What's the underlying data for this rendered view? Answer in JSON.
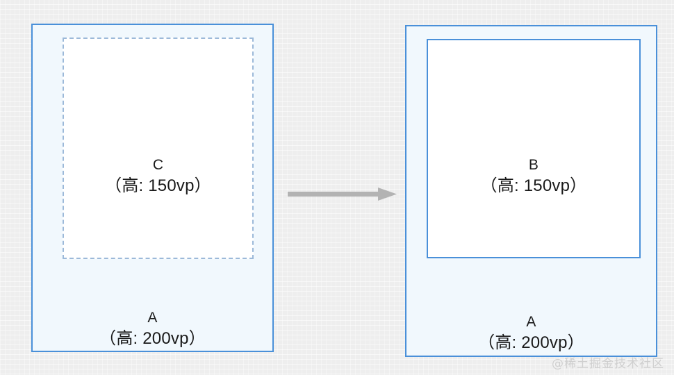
{
  "background_color": "#efefef",
  "colors": {
    "panel_fill": "#f1f8fd",
    "panel_border": "#4a90d9",
    "dashed_border": "#9cb9d9",
    "inner_fill": "#ffffff",
    "text": "#1a1a1a",
    "arrow": "#b3b3b3",
    "watermark": "#cfcfcf"
  },
  "left_panel": {
    "container": {
      "name": "A",
      "title": "A",
      "subtitle": "（高: 200vp）",
      "border_style": "solid"
    },
    "child": {
      "name": "C",
      "title": "C",
      "subtitle": "（高: 150vp）",
      "border_style": "dashed"
    }
  },
  "right_panel": {
    "container": {
      "name": "A",
      "title": "A",
      "subtitle": "（高: 200vp）",
      "border_style": "solid"
    },
    "child": {
      "name": "B",
      "title": "B",
      "subtitle": "（高: 150vp）",
      "border_style": "solid"
    }
  },
  "arrow": {
    "icon": "arrow-right-icon",
    "direction": "right",
    "color": "#b3b3b3"
  },
  "watermark": {
    "text": "@稀土掘金技术社区"
  }
}
